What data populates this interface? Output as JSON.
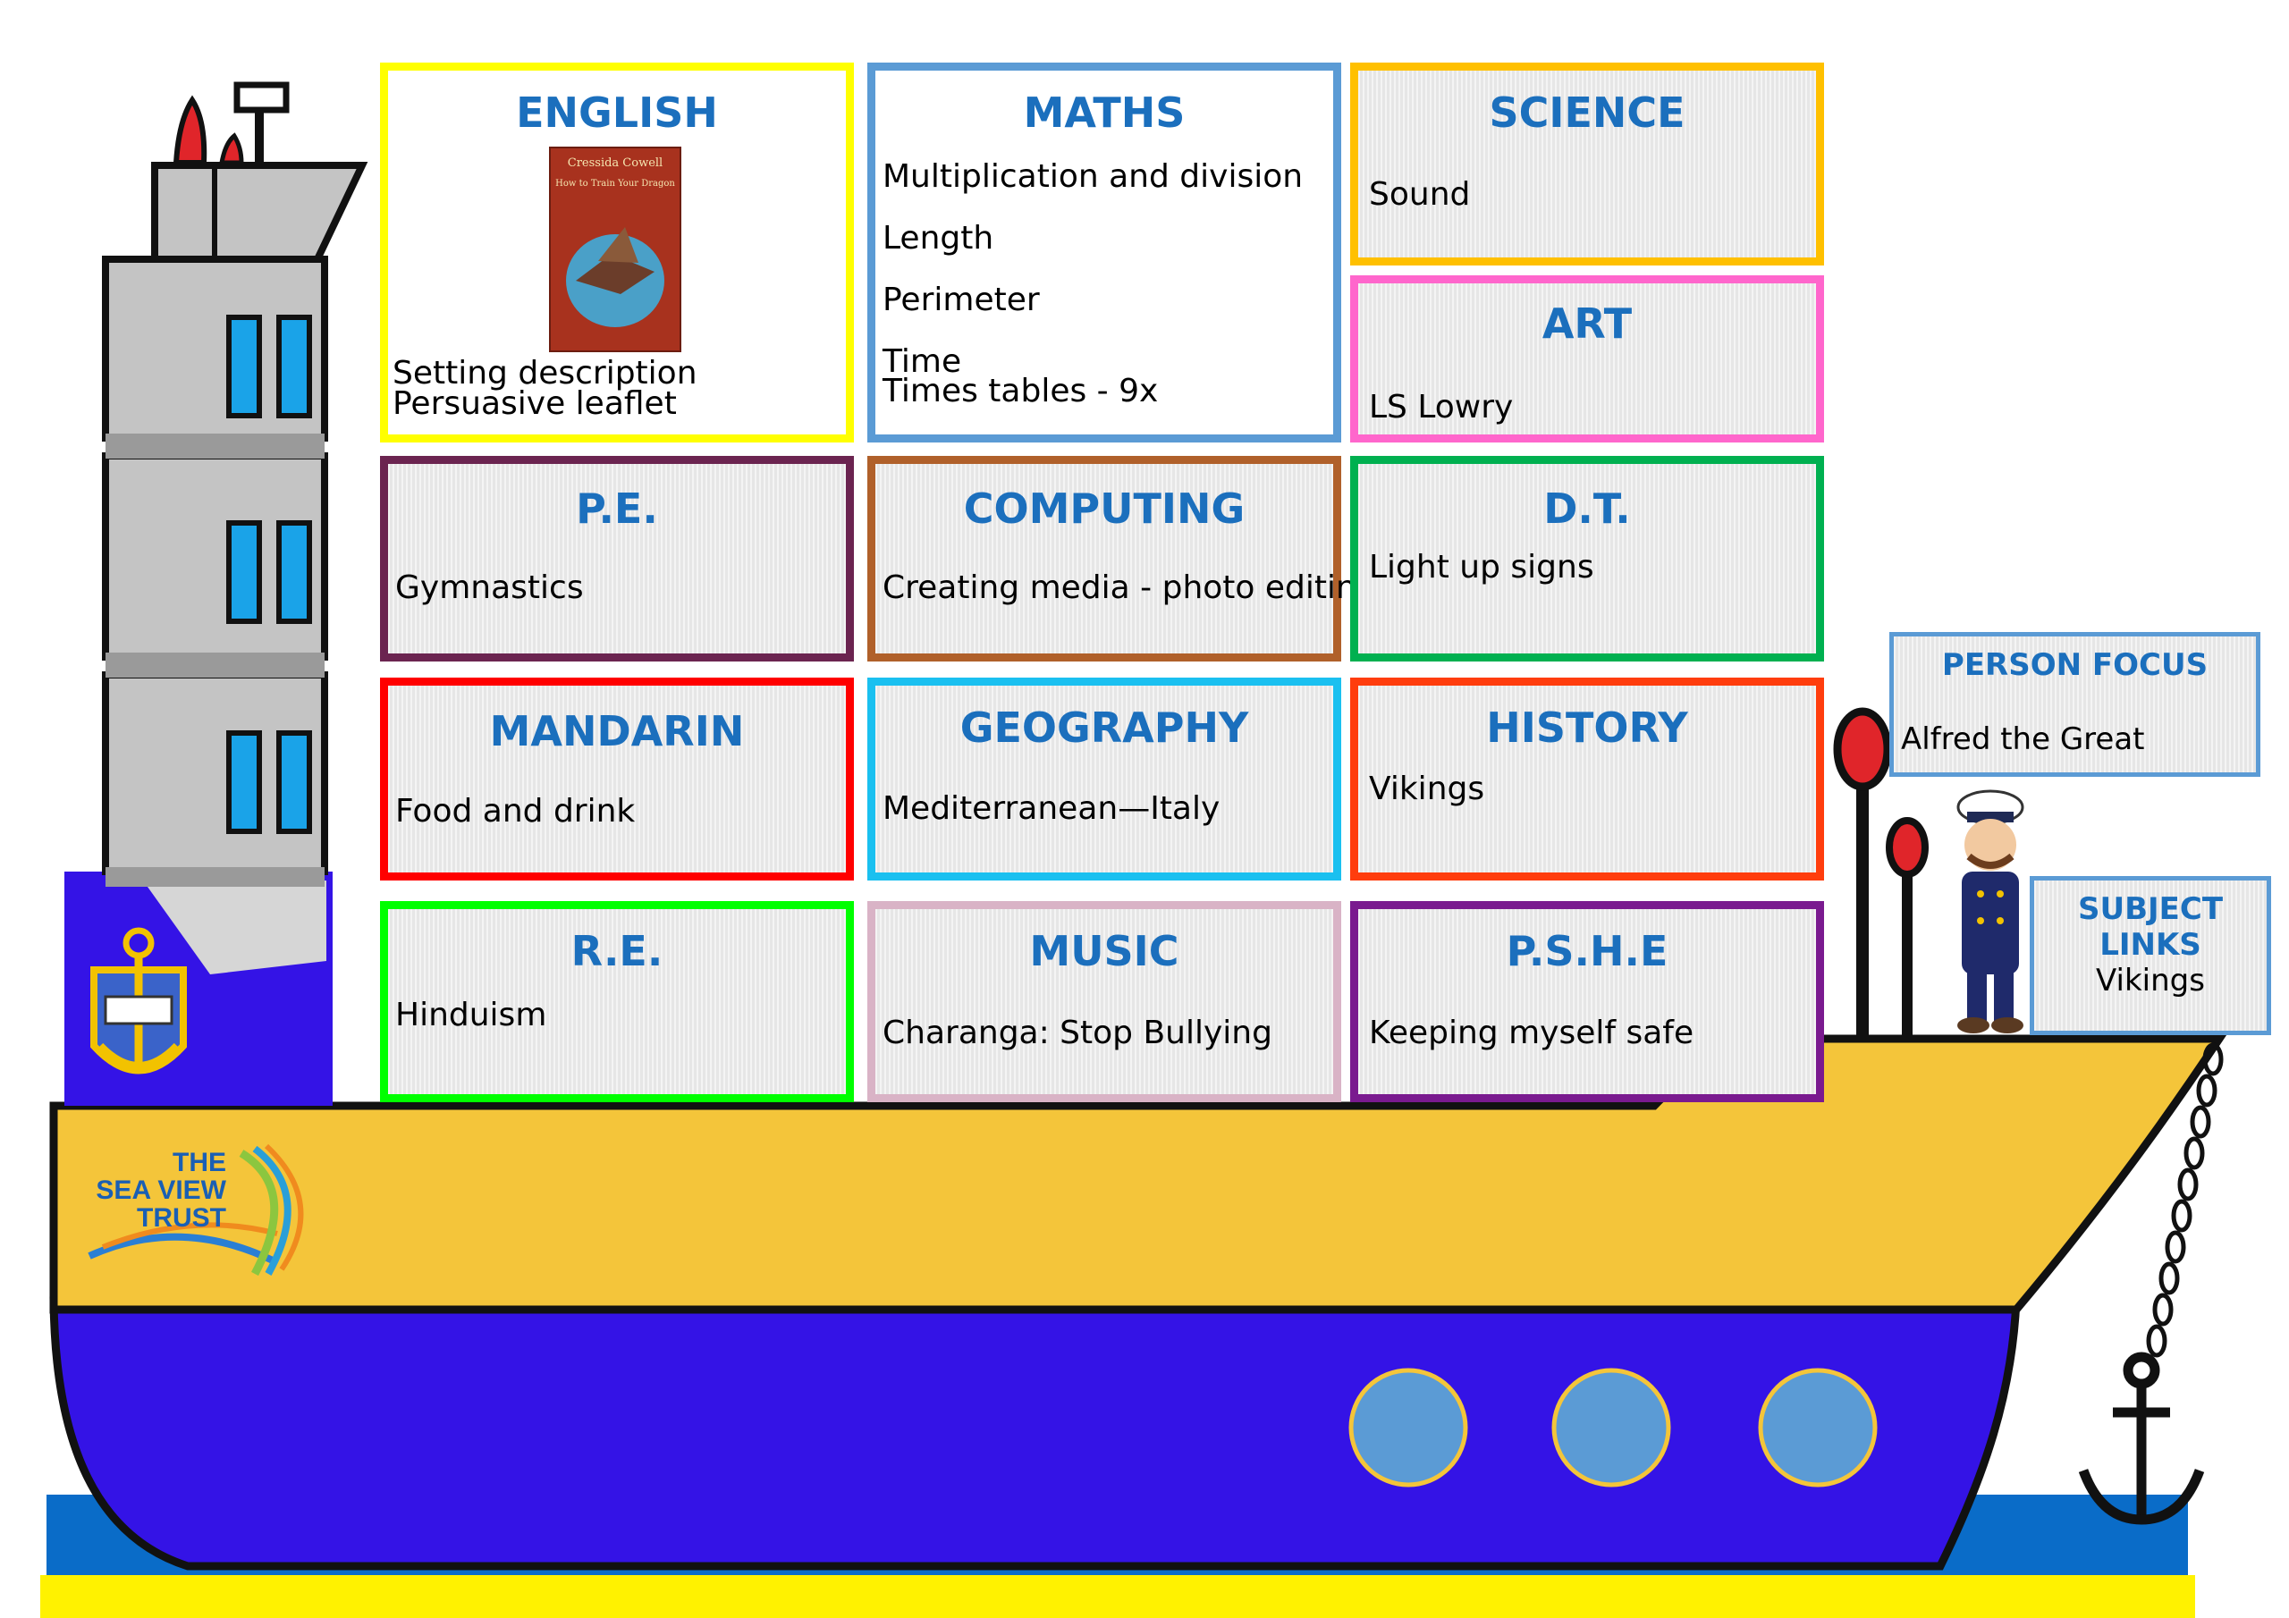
{
  "subjects": {
    "english": {
      "title": "ENGLISH",
      "book_title": "How to Train Your Dragon",
      "book_author": "Cressida Cowell",
      "lines": [
        "Setting description",
        "Persuasive leaflet"
      ]
    },
    "maths": {
      "title": "MATHS",
      "lines": [
        "Multiplication and division",
        "Length",
        "Perimeter",
        "Time",
        "Times tables - 9x"
      ]
    },
    "science": {
      "title": "SCIENCE",
      "lines": [
        "Sound"
      ]
    },
    "art": {
      "title": "ART",
      "lines": [
        "LS Lowry"
      ]
    },
    "pe": {
      "title": "P.E.",
      "lines": [
        "Gymnastics"
      ]
    },
    "computing": {
      "title": "COMPUTING",
      "lines": [
        "Creating media - photo editing"
      ]
    },
    "dt": {
      "title": "D.T.",
      "lines": [
        "Light up signs"
      ]
    },
    "mandarin": {
      "title": "MANDARIN",
      "lines": [
        "Food and drink"
      ]
    },
    "geography": {
      "title": "GEOGRAPHY",
      "lines": [
        "Mediterranean—Italy"
      ]
    },
    "history": {
      "title": "HISTORY",
      "lines": [
        "Vikings"
      ]
    },
    "re": {
      "title": "R.E.",
      "lines": [
        "Hinduism"
      ]
    },
    "music": {
      "title": "MUSIC",
      "lines": [
        "Charanga: Stop Bullying"
      ]
    },
    "pshe": {
      "title": "P.S.H.E",
      "lines": [
        "Keeping myself safe"
      ]
    }
  },
  "person_focus": {
    "title": "PERSON FOCUS",
    "value": "Alfred the Great"
  },
  "subject_links": {
    "title": "SUBJECT LINKS",
    "value": "Vikings"
  },
  "logo": {
    "line1": "THE",
    "line2": "SEA VIEW",
    "line3": "TRUST"
  },
  "colors": {
    "hull_blue": "#3413e6",
    "hull_yellow": "#f4c53a",
    "sea": "#0a6cc8",
    "sand": "#fff200",
    "tower_grey": "#c4c4c4",
    "english": "#ffff00",
    "maths": "#5b9bd5",
    "science": "#ffc000",
    "art": "#ff66cc",
    "pe": "#6b2450",
    "computing": "#b0602a",
    "dt": "#00b050",
    "mandarin": "#ff0000",
    "geography": "#1ac0f0",
    "history": "#ff3d0d",
    "re": "#00ff00",
    "music": "#d9b3c6",
    "pshe": "#7a1a8f",
    "side_box": "#5b9bd5",
    "title_text": "#1b6fbd"
  }
}
